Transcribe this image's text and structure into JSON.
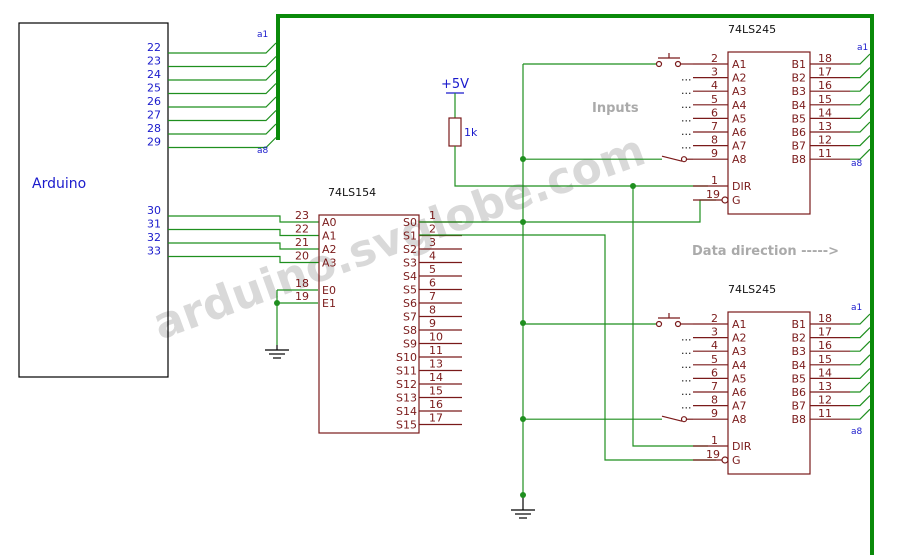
{
  "arduino": {
    "label": "Arduino",
    "data_pins": [
      "22",
      "23",
      "24",
      "25",
      "26",
      "27",
      "28",
      "29"
    ],
    "ctrl_pins": [
      "30",
      "31",
      "32",
      "33"
    ]
  },
  "bus_labels": {
    "a1": "a1",
    "a8": "a8"
  },
  "power": {
    "vcc": "+5V",
    "resistor": "1k"
  },
  "decoder": {
    "name": "74LS154",
    "left_pins": [
      {
        "num": "23",
        "name": "A0"
      },
      {
        "num": "22",
        "name": "A1"
      },
      {
        "num": "21",
        "name": "A2"
      },
      {
        "num": "20",
        "name": "A3"
      },
      {
        "num": "18",
        "name": "E0"
      },
      {
        "num": "19",
        "name": "E1"
      }
    ],
    "outputs": [
      "S0",
      "S1",
      "S2",
      "S3",
      "S4",
      "S5",
      "S6",
      "S7",
      "S8",
      "S9",
      "S10",
      "S11",
      "S12",
      "S13",
      "S14",
      "S15"
    ],
    "output_nums": [
      "1",
      "2",
      "3",
      "4",
      "5",
      "6",
      "7",
      "8",
      "9",
      "10",
      "11",
      "13",
      "14",
      "15",
      "16",
      "17"
    ]
  },
  "buffer": {
    "name": "74LS245",
    "a_nums": [
      "2",
      "3",
      "4",
      "5",
      "6",
      "7",
      "8",
      "9"
    ],
    "a_names": [
      "A1",
      "A2",
      "A3",
      "A4",
      "A5",
      "A6",
      "A7",
      "A8"
    ],
    "b_names": [
      "B1",
      "B2",
      "B3",
      "B4",
      "B5",
      "B6",
      "B7",
      "B8"
    ],
    "b_nums": [
      "18",
      "17",
      "16",
      "15",
      "14",
      "13",
      "12",
      "11"
    ],
    "dir": {
      "num": "1",
      "name": "DIR"
    },
    "g": {
      "num": "19",
      "name": "G"
    }
  },
  "annotations": {
    "inputs": "Inputs",
    "direction": "Data direction ----->",
    "watermark": "arduino.svglobe.com",
    "ellipsis": "..."
  },
  "colors": {
    "wire": "#1f8f1f",
    "ic": "#7a1a1a",
    "label": "#1a1acc"
  }
}
